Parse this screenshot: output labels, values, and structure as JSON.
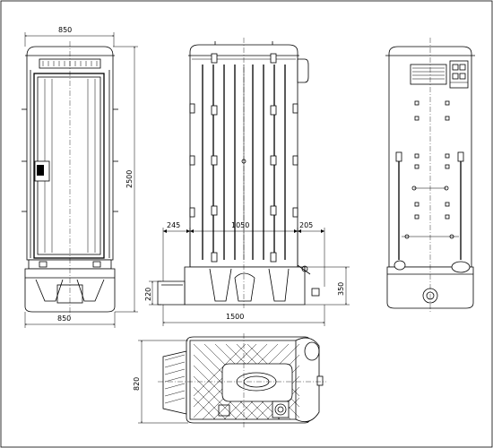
{
  "dimensions": {
    "front_width_top": "850",
    "front_width_bottom": "850",
    "front_height": "2500",
    "side_left_offset": "245",
    "side_center_width": "1050",
    "side_right_offset": "205",
    "side_total_width": "1500",
    "side_base_height_left": "220",
    "side_base_height_right": "350",
    "plan_depth": "820"
  }
}
